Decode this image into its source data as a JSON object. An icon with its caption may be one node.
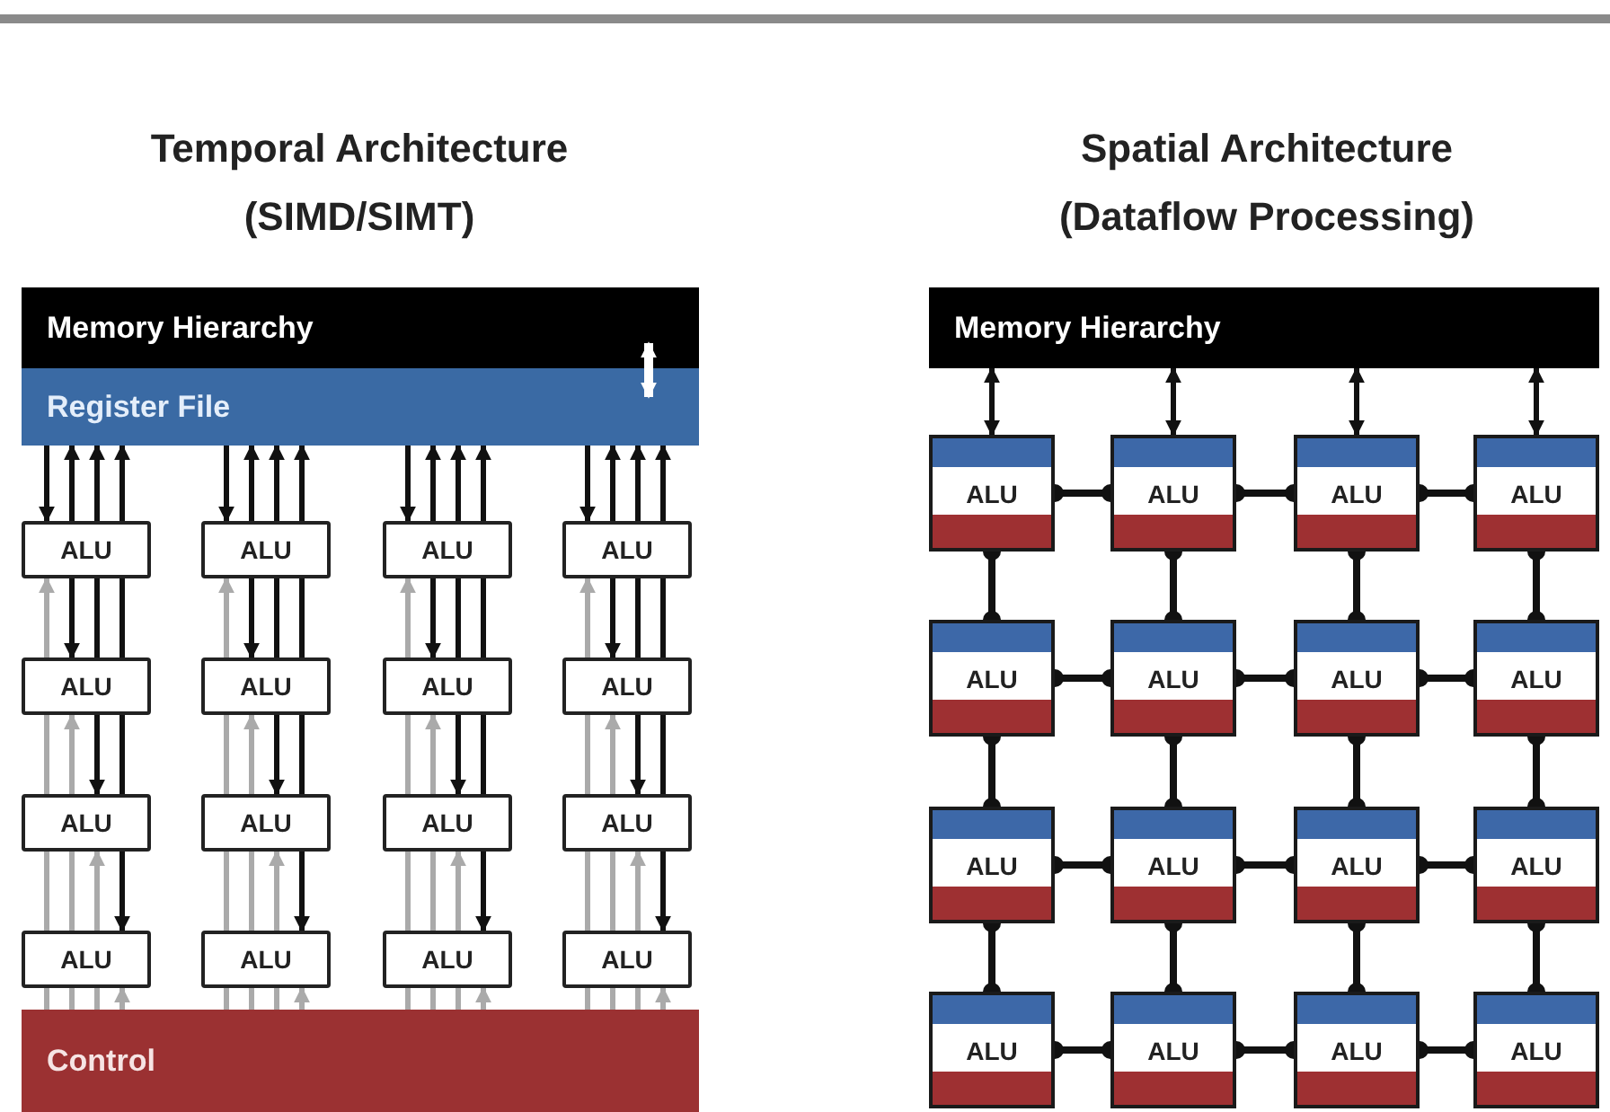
{
  "diagram": {
    "nodes": [
      {
        "text": [
          "Memory Hierarchy"
        ]
      },
      {
        "text": [
          "Register File"
        ]
      },
      {
        "text": [
          "ALU"
        ]
      },
      {
        "text": [
          "ALU"
        ]
      },
      {
        "text": [
          "ALU"
        ]
      },
      {
        "text": [
          "ALU"
        ]
      },
      {
        "text": [
          "ALU"
        ]
      },
      {
        "text": [
          "ALU"
        ]
      },
      {
        "text": [
          "ALU"
        ]
      },
      {
        "text": [
          "ALU"
        ]
      },
      {
        "text": [
          "ALU"
        ]
      },
      {
        "text": [
          "ALU"
        ]
      },
      {
        "text": [
          "ALU"
        ]
      },
      {
        "text": [
          "ALU"
        ]
      },
      {
        "text": [
          "ALU"
        ]
      },
      {
        "text": [
          "ALU"
        ]
      },
      {
        "text": [
          "ALU"
        ]
      },
      {
        "text": [
          "ALU"
        ]
      },
      {
        "text": [
          "Control"
        ]
      },
      {
        "text": [
          "Memory Hierarchy"
        ]
      },
      {
        "text": [
          "ALU"
        ]
      },
      {
        "text": [
          "ALU"
        ]
      },
      {
        "text": [
          "ALU"
        ]
      },
      {
        "text": [
          "ALU"
        ]
      },
      {
        "text": [
          "ALU"
        ]
      },
      {
        "text": [
          "ALU"
        ]
      },
      {
        "text": [
          "ALU"
        ]
      },
      {
        "text": [
          "ALU"
        ]
      },
      {
        "text": [
          "ALU"
        ]
      },
      {
        "text": [
          "ALU"
        ]
      },
      {
        "text": [
          "ALU"
        ]
      },
      {
        "text": [
          "ALU"
        ]
      },
      {
        "text": [
          "ALU"
        ]
      },
      {
        "text": [
          "ALU"
        ]
      },
      {
        "text": [
          "ALU"
        ]
      },
      {
        "text": [
          "ALU"
        ]
      }
    ],
    "edges": [
      {
        "from": 0,
        "to": 1,
        "arrow": "both",
        "color": "#ffffff"
      },
      {
        "from": 1,
        "to": 2,
        "arrow": "to"
      },
      {
        "from": 2,
        "to": 1,
        "arrow": "to"
      },
      {
        "from": 2,
        "to": 1,
        "arrow": "to"
      },
      {
        "from": 2,
        "to": 1,
        "arrow": "to"
      },
      {
        "from": 6,
        "to": 2,
        "arrow": "to",
        "color": "#aaaaaa"
      },
      {
        "from": 2,
        "to": 6,
        "arrow": "to"
      },
      {
        "from": 2,
        "to": 6,
        "arrow": "none"
      },
      {
        "from": 2,
        "to": 6,
        "arrow": "none"
      },
      {
        "from": 6,
        "to": 10,
        "arrow": "none",
        "color": "#aaaaaa"
      },
      {
        "from": 10,
        "to": 6,
        "arrow": "to",
        "color": "#aaaaaa"
      },
      {
        "from": 6,
        "to": 10,
        "arrow": "to"
      },
      {
        "from": 6,
        "to": 10,
        "arrow": "none"
      },
      {
        "from": 10,
        "to": 14,
        "arrow": "none",
        "color": "#aaaaaa"
      },
      {
        "from": 10,
        "to": 14,
        "arrow": "none",
        "color": "#aaaaaa"
      },
      {
        "from": 14,
        "to": 10,
        "arrow": "to",
        "color": "#aaaaaa"
      },
      {
        "from": 10,
        "to": 14,
        "arrow": "to"
      },
      {
        "from": 14,
        "to": 18,
        "arrow": "none",
        "color": "#aaaaaa"
      },
      {
        "from": 14,
        "to": 18,
        "arrow": "none",
        "color": "#aaaaaa"
      },
      {
        "from": 14,
        "to": 18,
        "arrow": "none",
        "color": "#aaaaaa"
      },
      {
        "from": 18,
        "to": 14,
        "arrow": "to",
        "color": "#aaaaaa"
      },
      {
        "from": 1,
        "to": 3,
        "arrow": "to"
      },
      {
        "from": 3,
        "to": 1,
        "arrow": "to"
      },
      {
        "from": 3,
        "to": 1,
        "arrow": "to"
      },
      {
        "from": 3,
        "to": 1,
        "arrow": "to"
      },
      {
        "from": 7,
        "to": 3,
        "arrow": "to",
        "color": "#aaaaaa"
      },
      {
        "from": 3,
        "to": 7,
        "arrow": "to"
      },
      {
        "from": 3,
        "to": 7,
        "arrow": "none"
      },
      {
        "from": 3,
        "to": 7,
        "arrow": "none"
      },
      {
        "from": 7,
        "to": 11,
        "arrow": "none",
        "color": "#aaaaaa"
      },
      {
        "from": 11,
        "to": 7,
        "arrow": "to",
        "color": "#aaaaaa"
      },
      {
        "from": 7,
        "to": 11,
        "arrow": "to"
      },
      {
        "from": 7,
        "to": 11,
        "arrow": "none"
      },
      {
        "from": 11,
        "to": 15,
        "arrow": "none",
        "color": "#aaaaaa"
      },
      {
        "from": 11,
        "to": 15,
        "arrow": "none",
        "color": "#aaaaaa"
      },
      {
        "from": 15,
        "to": 11,
        "arrow": "to",
        "color": "#aaaaaa"
      },
      {
        "from": 11,
        "to": 15,
        "arrow": "to"
      },
      {
        "from": 15,
        "to": 18,
        "arrow": "none",
        "color": "#aaaaaa"
      },
      {
        "from": 15,
        "to": 18,
        "arrow": "none",
        "color": "#aaaaaa"
      },
      {
        "from": 15,
        "to": 18,
        "arrow": "none",
        "color": "#aaaaaa"
      },
      {
        "from": 18,
        "to": 15,
        "arrow": "to",
        "color": "#aaaaaa"
      },
      {
        "from": 1,
        "to": 4,
        "arrow": "to"
      },
      {
        "from": 4,
        "to": 1,
        "arrow": "to"
      },
      {
        "from": 4,
        "to": 1,
        "arrow": "to"
      },
      {
        "from": 4,
        "to": 1,
        "arrow": "to"
      },
      {
        "from": 8,
        "to": 4,
        "arrow": "to",
        "color": "#aaaaaa"
      },
      {
        "from": 4,
        "to": 8,
        "arrow": "to"
      },
      {
        "from": 4,
        "to": 8,
        "arrow": "none"
      },
      {
        "from": 4,
        "to": 8,
        "arrow": "none"
      },
      {
        "from": 8,
        "to": 12,
        "arrow": "none",
        "color": "#aaaaaa"
      },
      {
        "from": 12,
        "to": 8,
        "arrow": "to",
        "color": "#aaaaaa"
      },
      {
        "from": 8,
        "to": 12,
        "arrow": "to"
      },
      {
        "from": 8,
        "to": 12,
        "arrow": "none"
      },
      {
        "from": 12,
        "to": 16,
        "arrow": "none",
        "color": "#aaaaaa"
      },
      {
        "from": 12,
        "to": 16,
        "arrow": "none",
        "color": "#aaaaaa"
      },
      {
        "from": 16,
        "to": 12,
        "arrow": "to",
        "color": "#aaaaaa"
      },
      {
        "from": 12,
        "to": 16,
        "arrow": "to"
      },
      {
        "from": 16,
        "to": 18,
        "arrow": "none",
        "color": "#aaaaaa"
      },
      {
        "from": 16,
        "to": 18,
        "arrow": "none",
        "color": "#aaaaaa"
      },
      {
        "from": 16,
        "to": 18,
        "arrow": "none",
        "color": "#aaaaaa"
      },
      {
        "from": 18,
        "to": 16,
        "arrow": "to",
        "color": "#aaaaaa"
      },
      {
        "from": 1,
        "to": 5,
        "arrow": "to"
      },
      {
        "from": 5,
        "to": 1,
        "arrow": "to"
      },
      {
        "from": 5,
        "to": 1,
        "arrow": "to"
      },
      {
        "from": 5,
        "to": 1,
        "arrow": "to"
      },
      {
        "from": 9,
        "to": 5,
        "arrow": "to",
        "color": "#aaaaaa"
      },
      {
        "from": 5,
        "to": 9,
        "arrow": "to"
      },
      {
        "from": 5,
        "to": 9,
        "arrow": "none"
      },
      {
        "from": 5,
        "to": 9,
        "arrow": "none"
      },
      {
        "from": 9,
        "to": 13,
        "arrow": "none",
        "color": "#aaaaaa"
      },
      {
        "from": 13,
        "to": 9,
        "arrow": "to",
        "color": "#aaaaaa"
      },
      {
        "from": 9,
        "to": 13,
        "arrow": "to"
      },
      {
        "from": 9,
        "to": 13,
        "arrow": "none"
      },
      {
        "from": 13,
        "to": 17,
        "arrow": "none",
        "color": "#aaaaaa"
      },
      {
        "from": 13,
        "to": 17,
        "arrow": "none",
        "color": "#aaaaaa"
      },
      {
        "from": 17,
        "to": 13,
        "arrow": "to",
        "color": "#aaaaaa"
      },
      {
        "from": 13,
        "to": 17,
        "arrow": "to"
      },
      {
        "from": 17,
        "to": 18,
        "arrow": "none",
        "color": "#aaaaaa"
      },
      {
        "from": 17,
        "to": 18,
        "arrow": "none",
        "color": "#aaaaaa"
      },
      {
        "from": 17,
        "to": 18,
        "arrow": "none",
        "color": "#aaaaaa"
      },
      {
        "from": 18,
        "to": 17,
        "arrow": "to",
        "color": "#aaaaaa"
      },
      {
        "from": 19,
        "to": 20,
        "arrow": "both"
      },
      {
        "from": 19,
        "to": 21,
        "arrow": "both"
      },
      {
        "from": 19,
        "to": 22,
        "arrow": "both"
      },
      {
        "from": 19,
        "to": 23,
        "arrow": "both"
      },
      {
        "from": 20,
        "to": 21,
        "arrow": "other"
      },
      {
        "from": 21,
        "to": 22,
        "arrow": "other"
      },
      {
        "from": 22,
        "to": 23,
        "arrow": "other"
      },
      {
        "from": 24,
        "to": 25,
        "arrow": "other"
      },
      {
        "from": 25,
        "to": 26,
        "arrow": "other"
      },
      {
        "from": 26,
        "to": 27,
        "arrow": "other"
      },
      {
        "from": 28,
        "to": 29,
        "arrow": "other"
      },
      {
        "from": 29,
        "to": 30,
        "arrow": "other"
      },
      {
        "from": 30,
        "to": 31,
        "arrow": "other"
      },
      {
        "from": 32,
        "to": 33,
        "arrow": "other"
      },
      {
        "from": 33,
        "to": 34,
        "arrow": "other"
      },
      {
        "from": 34,
        "to": 35,
        "arrow": "other"
      },
      {
        "from": 20,
        "to": 24,
        "arrow": "other"
      },
      {
        "from": 21,
        "to": 25,
        "arrow": "other"
      },
      {
        "from": 22,
        "to": 26,
        "arrow": "other"
      },
      {
        "from": 23,
        "to": 27,
        "arrow": "other"
      },
      {
        "from": 24,
        "to": 28,
        "arrow": "other"
      },
      {
        "from": 25,
        "to": 29,
        "arrow": "other"
      },
      {
        "from": 26,
        "to": 30,
        "arrow": "other"
      },
      {
        "from": 27,
        "to": 31,
        "arrow": "other"
      },
      {
        "from": 28,
        "to": 32,
        "arrow": "other"
      },
      {
        "from": 29,
        "to": 33,
        "arrow": "other"
      },
      {
        "from": 30,
        "to": 34,
        "arrow": "other"
      },
      {
        "from": 31,
        "to": 35,
        "arrow": "other"
      }
    ],
    "labels": [
      "Temporal Architecture (SIMD/SIMT)",
      "Spatial Architecture (Dataflow Processing)"
    ]
  }
}
